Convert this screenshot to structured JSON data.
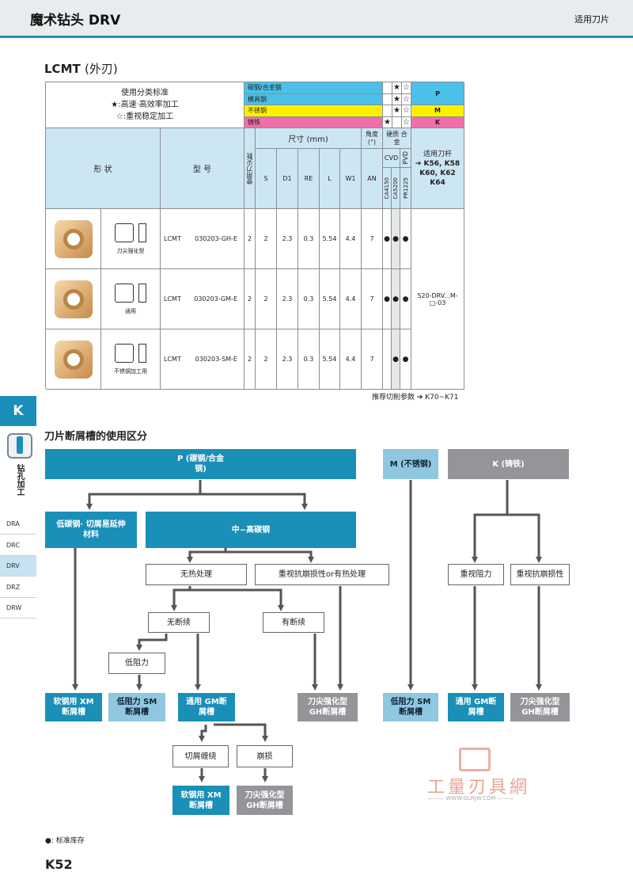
{
  "header": {
    "title": "魔术钻头 DRV",
    "right_label": "适用刀片"
  },
  "section_title": {
    "main": "LCMT",
    "sub": "(外刃)"
  },
  "table": {
    "legend_title": "使用分类标准",
    "legend_star_full": "★:高速·高效率加工",
    "legend_star_empty": "☆:重视稳定加工",
    "materials": [
      {
        "name": "碳钢/合金钢",
        "marks": [
          "",
          "★",
          "☆"
        ],
        "color": "#4bc0e8",
        "group": "P"
      },
      {
        "name": "模具钢",
        "marks": [
          "",
          "★",
          "☆"
        ],
        "color": "#4bc0e8",
        "group": ""
      },
      {
        "name": "不锈钢",
        "marks": [
          "",
          "★",
          "☆"
        ],
        "color": "#fff200",
        "group": "M"
      },
      {
        "name": "铸铁",
        "marks": [
          "★",
          "",
          "☆"
        ],
        "color": "#f06eaa",
        "group": "K"
      }
    ],
    "col_shape": "形  状",
    "col_model": "型  号",
    "col_edges": "使用刀尖数",
    "col_dims": "尺寸 (mm)",
    "col_angle": "角度 (°)",
    "col_carbide": "硬质 合金",
    "col_cvd": "CVD",
    "col_pvd": "PVD",
    "dim_headers": [
      "S",
      "D1",
      "RE",
      "L",
      "W1",
      "AN"
    ],
    "grades": [
      "CA4150",
      "CA5200",
      "PR1225"
    ],
    "holder_title": "适用刀杆",
    "holder_list": "➔ K56, K58 K60, K62 K64",
    "holder_part": "S20-DRV...M-□-03",
    "rows": [
      {
        "caption": "刀尖强化型",
        "series": "LCMT",
        "model": "030203-GH-E",
        "edges": "2",
        "S": "2",
        "D1": "2.3",
        "RE": "0.3",
        "L": "5.54",
        "W1": "4.4",
        "AN": "7",
        "stock": [
          "●",
          "●",
          "●"
        ]
      },
      {
        "caption": "通用",
        "series": "LCMT",
        "model": "030203-GM-E",
        "edges": "2",
        "S": "2",
        "D1": "2.3",
        "RE": "0.3",
        "L": "5.54",
        "W1": "4.4",
        "AN": "7",
        "stock": [
          "●",
          "●",
          "●"
        ]
      },
      {
        "caption": "不锈钢加工用",
        "series": "LCMT",
        "model": "030203-SM-E",
        "edges": "2",
        "S": "2",
        "D1": "2.3",
        "RE": "0.3",
        "L": "5.54",
        "W1": "4.4",
        "AN": "7",
        "stock": [
          "",
          "●",
          "●"
        ]
      }
    ],
    "footnote": "推荐切削参数 ➔ K70~K71"
  },
  "sidebar": {
    "tab": "K",
    "category": "钻孔加工",
    "items": [
      "DRA",
      "DRC",
      "DRV",
      "DRZ",
      "DRW"
    ],
    "active": "DRV"
  },
  "flow": {
    "title": "刀片断屑槽的使用区分",
    "P": "P (碳钢/合金钢)",
    "M": "M (不锈钢)",
    "K": "K (铸铁)",
    "low_carbon": "低碳钢· 切屑易延伸材料",
    "mid_high": "中~高碳钢",
    "no_heat": "无热处理",
    "wear_heat": "重视抗崩损性or有热处理",
    "continuous": "无断续",
    "interrupted": "有断续",
    "low_res": "低阻力",
    "k_resist": "重视阻力",
    "k_chip": "重视抗崩损性",
    "res_xm1": "软钢用 XM断屑槽",
    "res_sm1": "低阻力 SM断屑槽",
    "res_gm1": "通用 GM断屑槽",
    "res_gh1": "刀尖强化型 GH断屑槽",
    "res_sm2": "低阻力 SM断屑槽",
    "res_gm2": "通用 GM断屑槽",
    "res_gh2": "刀尖强化型 GH断屑槽",
    "chip_wrap": "切屑缠绕",
    "chipping": "崩损",
    "res_xm2": "软钢用 XM断屑槽",
    "res_gh3": "刀尖强化型 GH断屑槽"
  },
  "footer": {
    "legend": "●: 标准库存",
    "page": "K52",
    "watermark": "工量刃具網",
    "watermark_url": "——— WWW.GLRJW.COM ———"
  }
}
